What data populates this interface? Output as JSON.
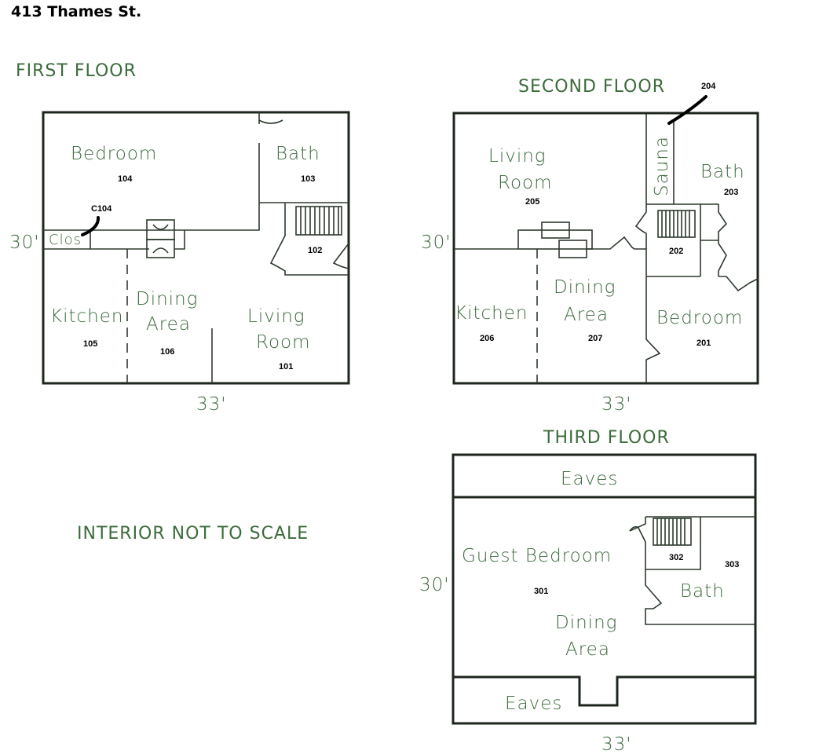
{
  "title": "413 Thames St.",
  "note": "INTERIOR NOT TO SCALE",
  "floors": {
    "first": {
      "heading": "FIRST FLOOR",
      "width": "33'",
      "depth": "30'",
      "rooms": {
        "bedroom": {
          "name": "Bedroom",
          "num": "104"
        },
        "bath": {
          "name": "Bath",
          "num": "103"
        },
        "closet": {
          "name": "Clos",
          "num": "C104"
        },
        "stair": {
          "num": "102"
        },
        "kitchen": {
          "name": "Kitchen",
          "num": "105"
        },
        "dining": {
          "name1": "Dining",
          "name2": "Area",
          "num": "106"
        },
        "living": {
          "name1": "Living",
          "name2": "Room",
          "num": "101"
        }
      }
    },
    "second": {
      "heading": "SECOND FLOOR",
      "width": "33'",
      "depth": "30'",
      "rooms": {
        "sauna": {
          "name": "Sauna",
          "num": "204"
        },
        "bath": {
          "name": "Bath",
          "num": "203"
        },
        "living": {
          "name1": "Living",
          "name2": "Room",
          "num": "205"
        },
        "stair": {
          "num": "202"
        },
        "kitchen": {
          "name": "Kitchen",
          "num": "206"
        },
        "dining": {
          "name1": "Dining",
          "name2": "Area",
          "num": "207"
        },
        "bedroom": {
          "name": "Bedroom",
          "num": "201"
        }
      }
    },
    "third": {
      "heading": "THIRD FLOOR",
      "width": "33'",
      "depth": "30'",
      "rooms": {
        "eaves_top": {
          "name": "Eaves"
        },
        "guest": {
          "name": "Guest Bedroom",
          "num": "301"
        },
        "stair": {
          "num": "302"
        },
        "bath": {
          "name": "Bath",
          "num": "303"
        },
        "dining": {
          "name1": "Dining",
          "name2": "Area"
        },
        "eaves_bottom": {
          "name": "Eaves"
        }
      }
    }
  }
}
